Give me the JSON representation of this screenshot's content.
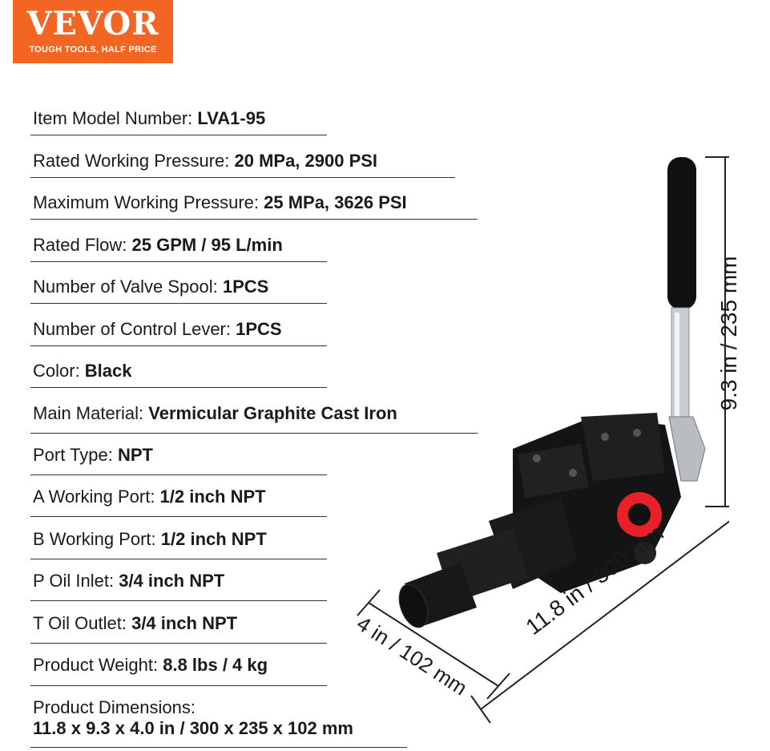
{
  "logo": {
    "brand": "VEVOR",
    "tagline": "TOUGH TOOLS, HALF PRICE",
    "color": "#f26522"
  },
  "specs": [
    {
      "key": "Item Model Number: ",
      "value": "LVA1-95"
    },
    {
      "key": "Rated Working Pressure: ",
      "value": "20 MPa, 2900 PSI"
    },
    {
      "key": "Maximum Working Pressure: ",
      "value": "25 MPa, 3626 PSI"
    },
    {
      "key": "Rated Flow: ",
      "value": "25 GPM / 95 L/min"
    },
    {
      "key": "Number of Valve Spool: ",
      "value": "1PCS"
    },
    {
      "key": "Number of Control Lever: ",
      "value": "1PCS"
    },
    {
      "key": "Color: ",
      "value": "Black"
    },
    {
      "key": "Main Material: ",
      "value": "Vermicular Graphite Cast Iron"
    },
    {
      "key": "Port Type: ",
      "value": "NPT"
    },
    {
      "key": "A Working Port: ",
      "value": "1/2 inch NPT"
    },
    {
      "key": "B Working Port: ",
      "value": "1/2 inch NPT"
    },
    {
      "key": "P Oil Inlet: ",
      "value": "3/4 inch NPT"
    },
    {
      "key": "T Oil Outlet: ",
      "value": "3/4 inch NPT"
    },
    {
      "key": "Product Weight: ",
      "value": "8.8 lbs / 4 kg"
    }
  ],
  "dimensions": {
    "key": "Product Dimensions:",
    "value": "11.8 x 9.3 x 4.0 in / 300 x 235 x 102 mm"
  },
  "diagram": {
    "height_label": "9.3 in / 235 mm",
    "length_label": "11.8 in / 300 mm",
    "width_label": "4 in / 102 mm",
    "body_color": "#141414",
    "port_plug_color": "#e8202a"
  }
}
